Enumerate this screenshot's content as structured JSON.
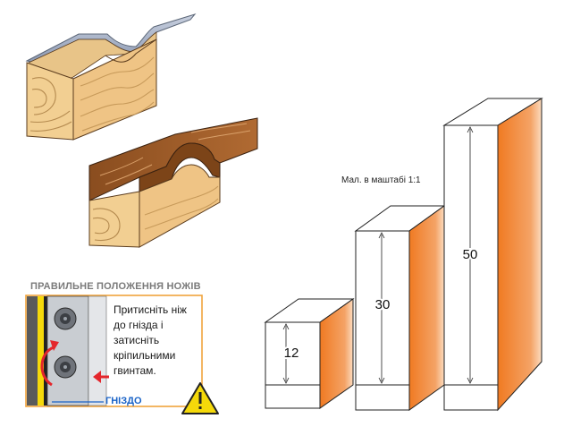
{
  "colors": {
    "orange": "#f07a22",
    "orange_light": "#fbd7b4",
    "wood_light": "#f2cf92",
    "wood_dark": "#9c5a26",
    "steel": "#9aa7bd",
    "panel_border": "#f0a33c",
    "slot_blue": "#1a63c7",
    "warning_yellow": "#f5d90a"
  },
  "instruction_panel": {
    "title": "ПРАВИЛЬНЕ ПОЛОЖЕННЯ НОЖІВ",
    "lines": [
      "Притисніть ніж",
      "до гнізда і",
      "затисніть",
      "кріпильними",
      "гвинтам."
    ],
    "slot_label": "ГНІЗДО",
    "icons": [
      "screw-icon",
      "rotate-arrow-icon",
      "press-arrow-icon",
      "warning-icon"
    ]
  },
  "scale_diagram": {
    "note": "Мал. в маштабі 1:1",
    "blocks": [
      {
        "label": "12",
        "height": 12
      },
      {
        "label": "30",
        "height": 30
      },
      {
        "label": "50",
        "height": 50
      }
    ]
  }
}
